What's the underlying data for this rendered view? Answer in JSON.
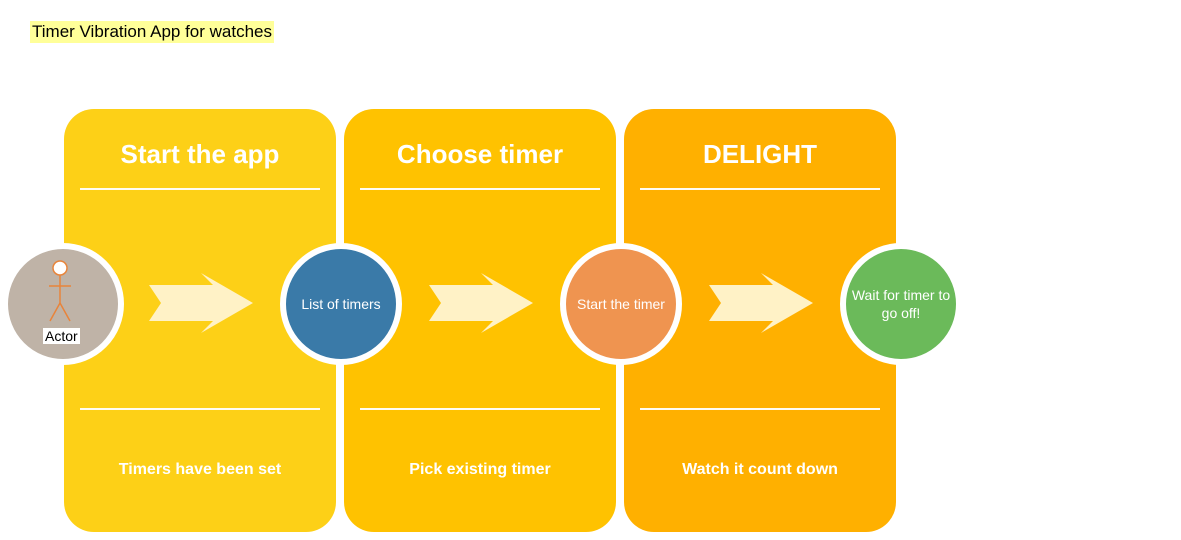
{
  "title": "Timer Vibration App for watches",
  "stages": [
    {
      "title": "Start the app",
      "caption": "Timers have been set",
      "color": "#fdd017"
    },
    {
      "title": "Choose timer",
      "caption": "Pick existing timer",
      "color": "#ffc200"
    },
    {
      "title": "DELIGHT",
      "caption": "Watch it count down",
      "color": "#ffb000"
    }
  ],
  "nodes": [
    {
      "label": "Actor",
      "color": "#bfb3a7"
    },
    {
      "label": "List of timers",
      "color": "#3a7aa8"
    },
    {
      "label": "Start the timer",
      "color": "#ef9450"
    },
    {
      "label": "Wait for timer to go off!",
      "color": "#6bba5a"
    }
  ],
  "arrow_color": "#fff2c6"
}
